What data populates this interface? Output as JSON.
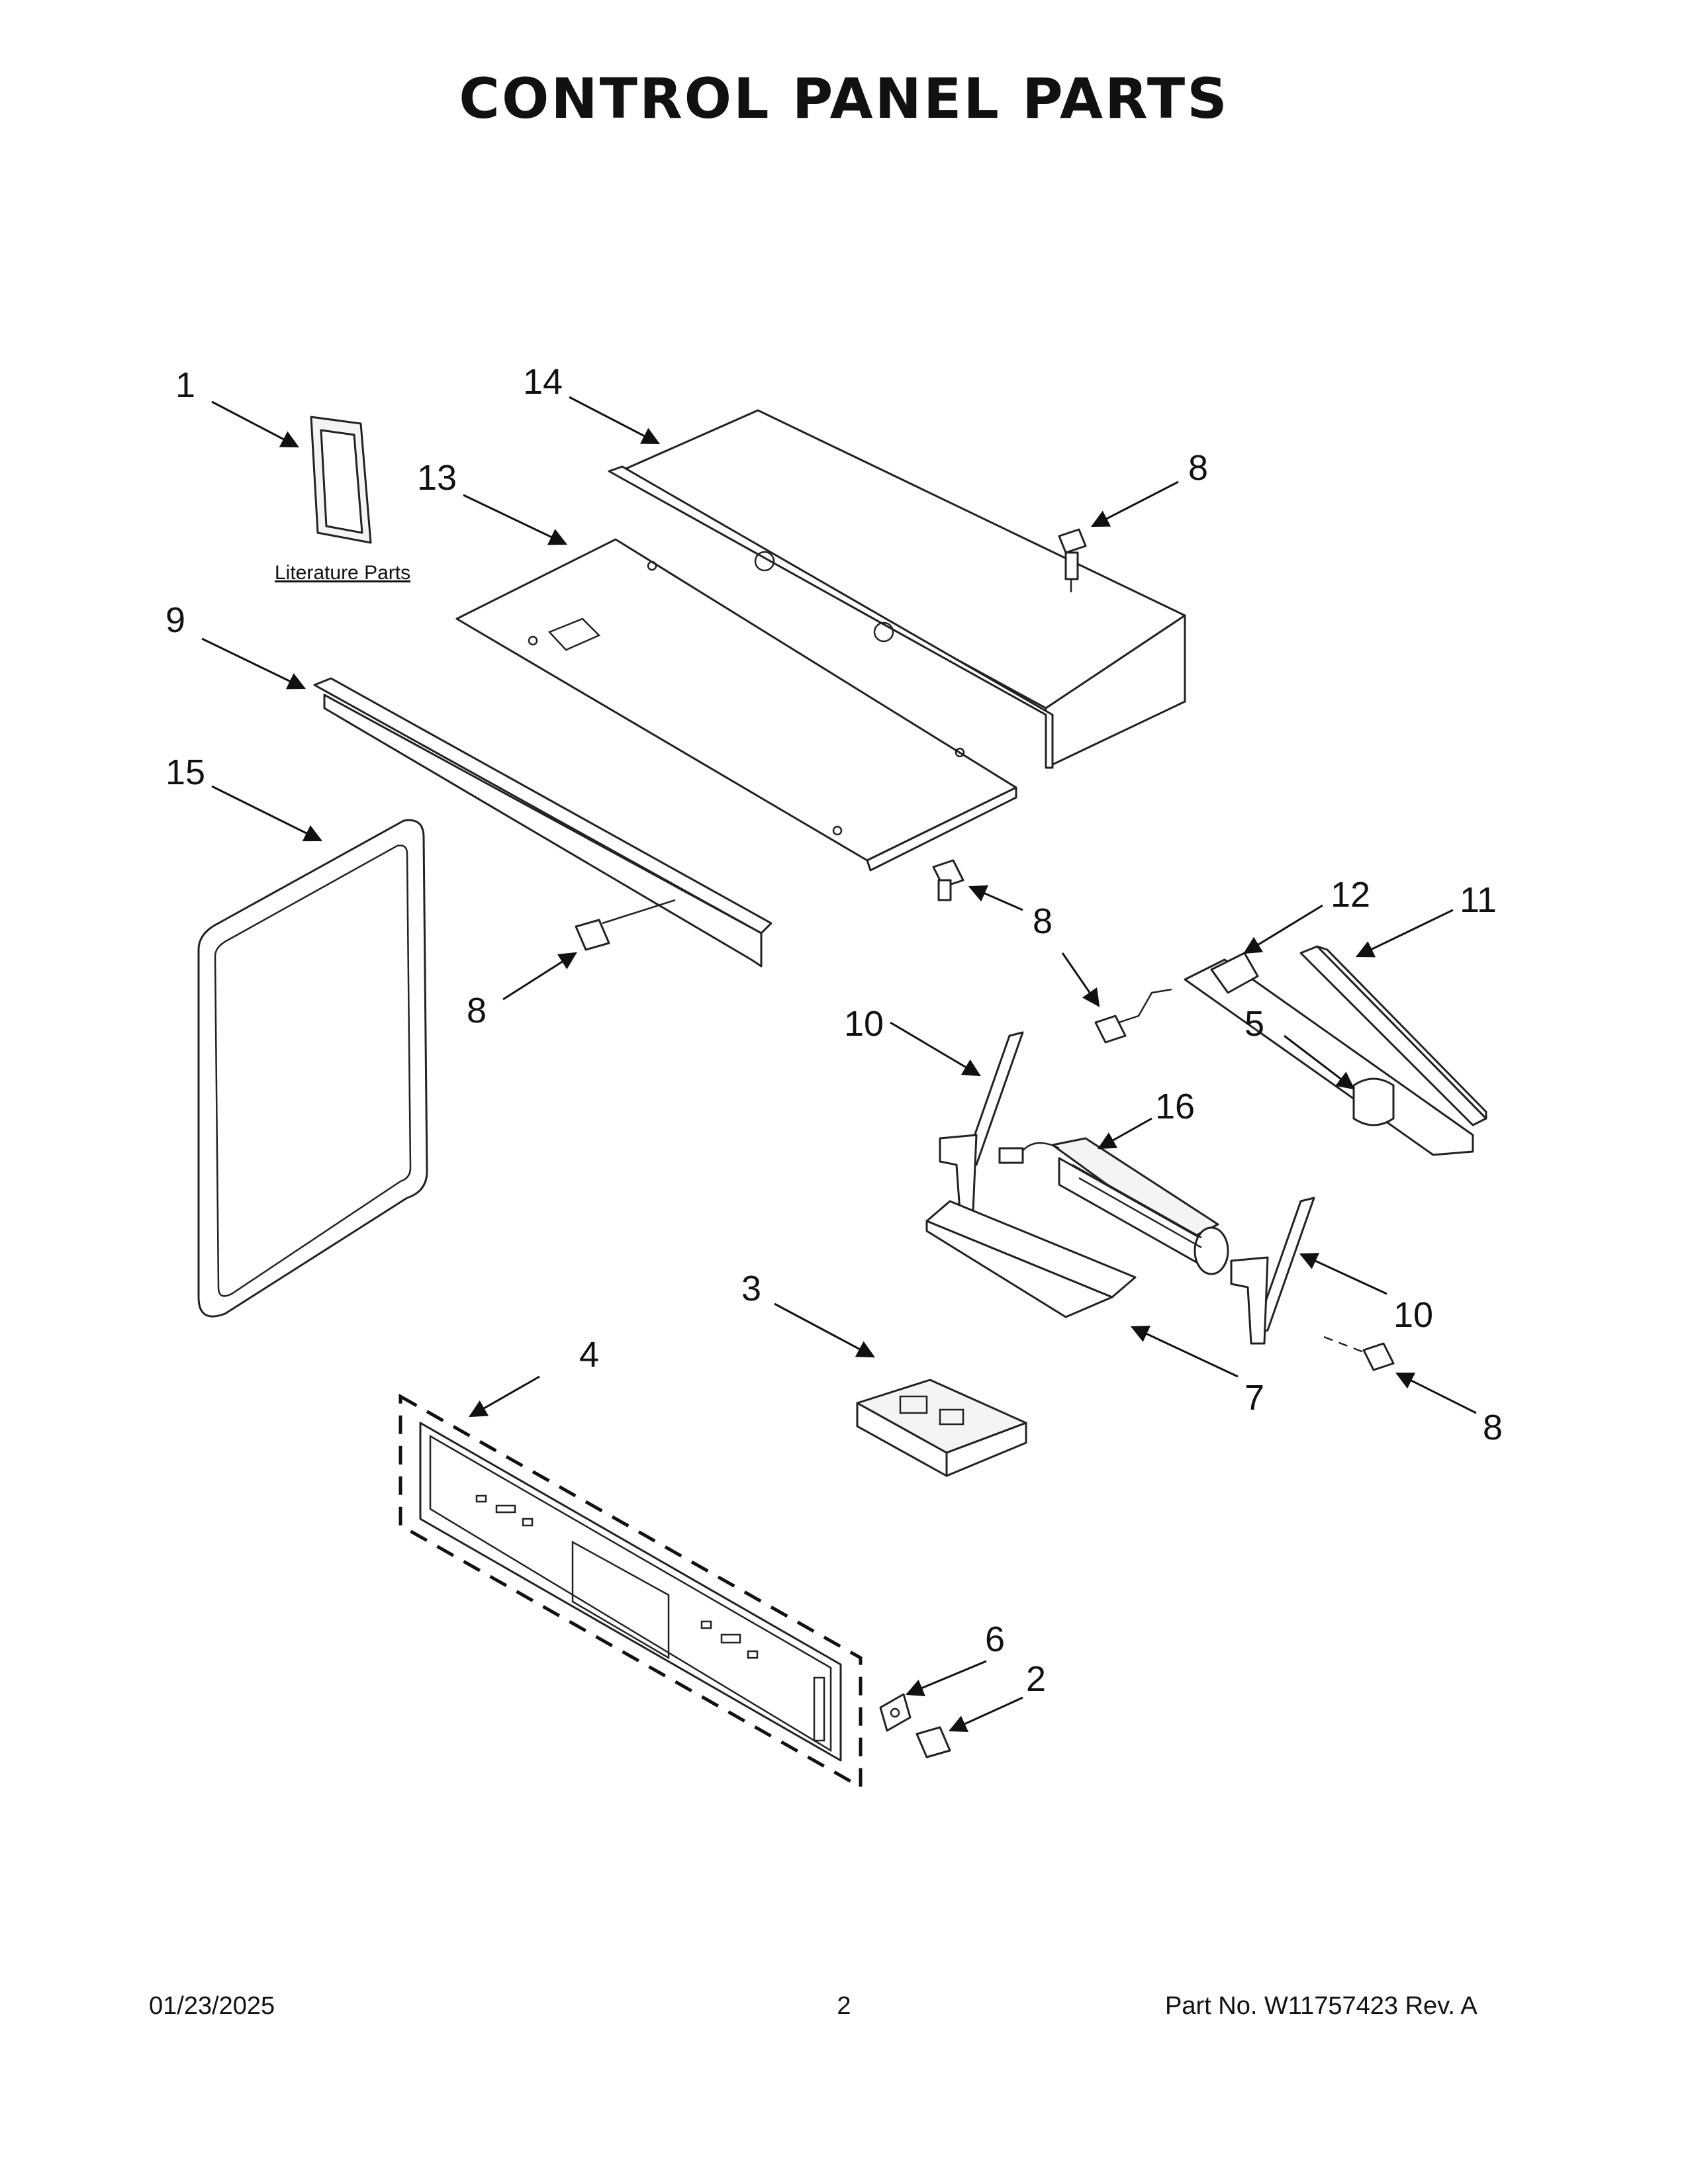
{
  "title": "CONTROL PANEL PARTS",
  "literature_label": "Literature Parts",
  "callouts": {
    "c1": "1",
    "c14": "14",
    "c13": "13",
    "c8a": "8",
    "c9": "9",
    "c15": "15",
    "c8b": "8",
    "c8c": "8",
    "c12": "12",
    "c11": "11",
    "c10a": "10",
    "c5": "5",
    "c16": "16",
    "c10b": "10",
    "c3": "3",
    "c7": "7",
    "c4": "4",
    "c8d": "8",
    "c6": "6",
    "c2": "2"
  },
  "footer": {
    "date": "01/23/2025",
    "page": "2",
    "part_no": "Part No.  W11757423  Rev.  A"
  }
}
